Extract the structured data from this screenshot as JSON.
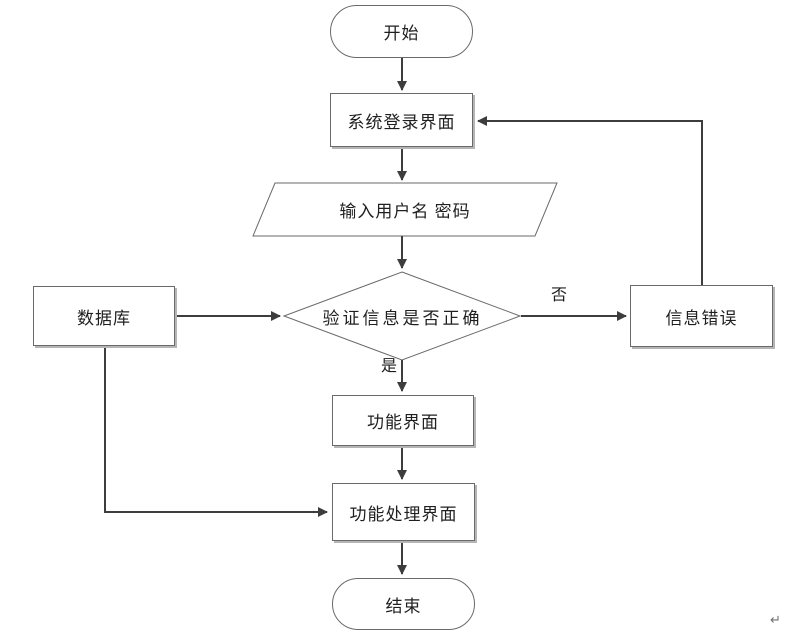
{
  "diagram": {
    "type": "flowchart",
    "nodes": {
      "start": {
        "label": "开始",
        "shape": "terminator"
      },
      "login": {
        "label": "系统登录界面",
        "shape": "process"
      },
      "input": {
        "label": "输入用户名 密码",
        "shape": "parallelogram"
      },
      "verify": {
        "label": "验证信息是否正确",
        "shape": "decision"
      },
      "database": {
        "label": "数据库",
        "shape": "process"
      },
      "error": {
        "label": "信息错误",
        "shape": "process"
      },
      "function": {
        "label": "功能界面",
        "shape": "process"
      },
      "handler": {
        "label": "功能处理界面",
        "shape": "process"
      },
      "end": {
        "label": "结束",
        "shape": "terminator"
      }
    },
    "edge_labels": {
      "no": "否",
      "yes": "是"
    },
    "marks": {
      "paragraph_return": "↵"
    },
    "colors": {
      "background": "#ffffff",
      "shape_border": "#6a6a6a",
      "shape_fill": "#ffffff",
      "connector": "#3d3d3d",
      "shadow": "#b5b5b5",
      "text": "#1f1f1f"
    }
  }
}
